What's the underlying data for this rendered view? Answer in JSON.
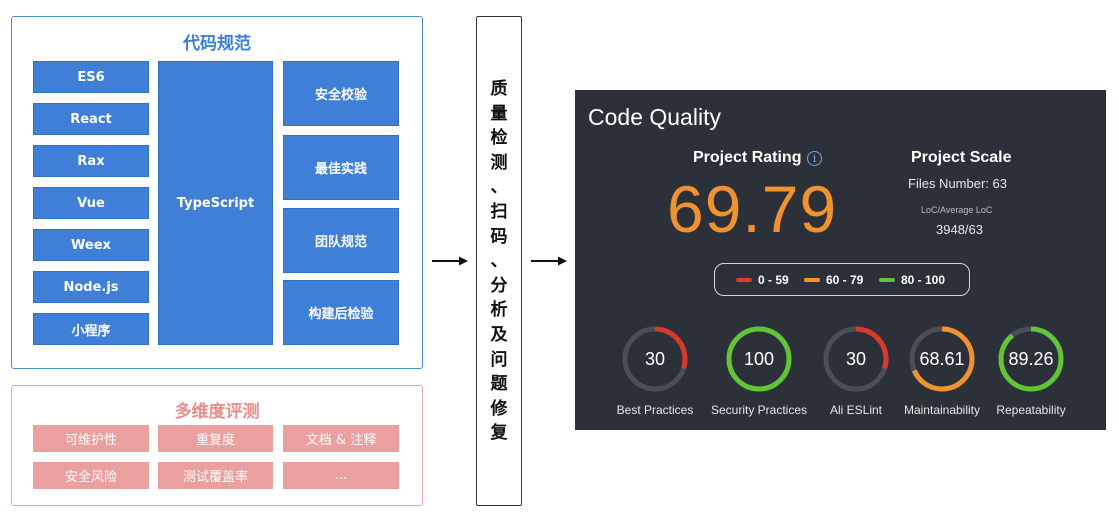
{
  "code_standards": {
    "title": "代码规范",
    "frameworks": [
      "ES6",
      "React",
      "Rax",
      "Vue",
      "Weex",
      "Node.js",
      "小程序"
    ],
    "center": "TypeScript",
    "checks": [
      "安全校验",
      "最佳实践",
      "团队规范",
      "构建后检验"
    ]
  },
  "multi_dimension": {
    "title": "多维度评测",
    "items": [
      "可维护性",
      "重复度",
      "文档 & 注释",
      "安全风险",
      "测试覆盖率",
      "..."
    ]
  },
  "process": {
    "chars": [
      "质",
      "量",
      "检",
      "测",
      "、",
      "扫",
      "码",
      "、",
      "分",
      "析",
      "及",
      "问",
      "题",
      "修",
      "复"
    ]
  },
  "dashboard": {
    "title": "Code Quality",
    "project_rating_label": "Project Rating",
    "info_icon": "info-icon",
    "rating": "69.79",
    "project_scale_label": "Project Scale",
    "files_number": "Files Number: 63",
    "loc_label": "LoC/Average LoC",
    "loc_value": "3948/63",
    "legend": [
      {
        "label": "0 - 59",
        "color": "#d8392b"
      },
      {
        "label": "60 - 79",
        "color": "#f0922e"
      },
      {
        "label": "80 - 100",
        "color": "#5fc437"
      }
    ],
    "gauges": [
      {
        "label": "Best Practices",
        "value": "30",
        "fraction": 0.3,
        "color": "#d8392b"
      },
      {
        "label": "Security Practices",
        "value": "100",
        "fraction": 1.0,
        "color": "#5fc437"
      },
      {
        "label": "Ali ESLint",
        "value": "30",
        "fraction": 0.3,
        "color": "#d8392b"
      },
      {
        "label": "Maintainability",
        "value": "68.61",
        "fraction": 0.6861,
        "color": "#f0922e"
      },
      {
        "label": "Repeatability",
        "value": "89.26",
        "fraction": 0.8926,
        "color": "#5fc437"
      }
    ],
    "track_color": "#4a4f57"
  }
}
